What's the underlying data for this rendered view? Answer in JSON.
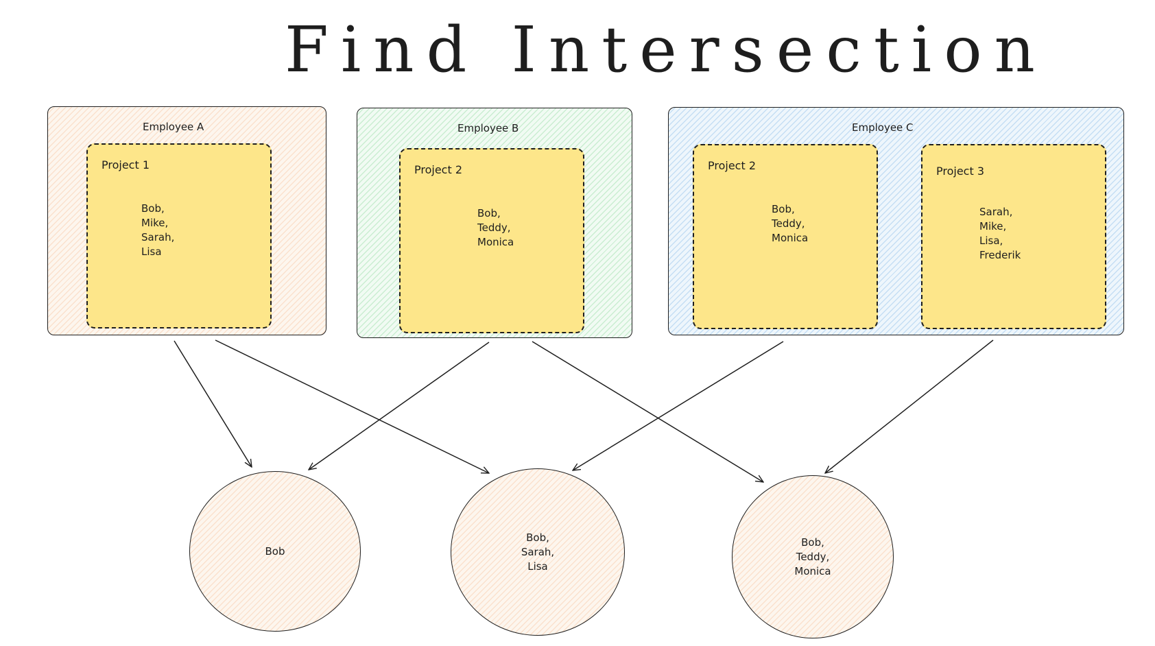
{
  "title": "Find Intersection",
  "employees": [
    {
      "label": "Employee A",
      "projects": [
        {
          "label": "Project 1",
          "members": [
            "Bob,",
            "Mike,",
            "Sarah,",
            "Lisa"
          ]
        }
      ]
    },
    {
      "label": "Employee B",
      "projects": [
        {
          "label": "Project 2",
          "members": [
            "Bob,",
            "Teddy,",
            "Monica"
          ]
        }
      ]
    },
    {
      "label": "Employee C",
      "projects": [
        {
          "label": "Project 2",
          "members": [
            "Bob,",
            "Teddy,",
            "Monica"
          ]
        },
        {
          "label": "Project 3",
          "members": [
            "Sarah,",
            "Mike,",
            "Lisa,",
            "Frederik"
          ]
        }
      ]
    }
  ],
  "intersections": [
    {
      "members": [
        "Bob"
      ]
    },
    {
      "members": [
        "Bob,",
        "Sarah,",
        "Lisa"
      ]
    },
    {
      "members": [
        "Bob,",
        "Teddy,",
        "Monica"
      ]
    }
  ]
}
